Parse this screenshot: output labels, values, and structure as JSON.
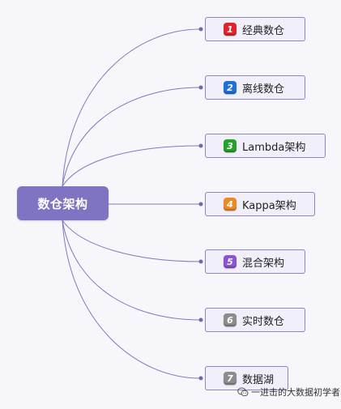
{
  "root": {
    "label": "数仓架构"
  },
  "branches": [
    {
      "number": "1",
      "label": "经典数仓",
      "badge_color": "#e0242b"
    },
    {
      "number": "2",
      "label": "离线数仓",
      "badge_color": "#1f6fd8"
    },
    {
      "number": "3",
      "label": "Lambda架构",
      "badge_color": "#27a127"
    },
    {
      "number": "4",
      "label": "Kappa架构",
      "badge_color": "#ee8a26"
    },
    {
      "number": "5",
      "label": "混合架构",
      "badge_color": "#8b54d6"
    },
    {
      "number": "6",
      "label": "实时数仓",
      "badge_color": "#8c8c8c"
    },
    {
      "number": "7",
      "label": "数据湖",
      "badge_color": "#8c8c8c"
    }
  ],
  "colors": {
    "root_fill": "#7f74c2",
    "edge_stroke": "#8079c0",
    "branch_border": "#8d85c6",
    "branch_fill": "#f0effa"
  },
  "watermark": {
    "text": "一进击的大数据初学者",
    "icon": "wechat-icon"
  }
}
